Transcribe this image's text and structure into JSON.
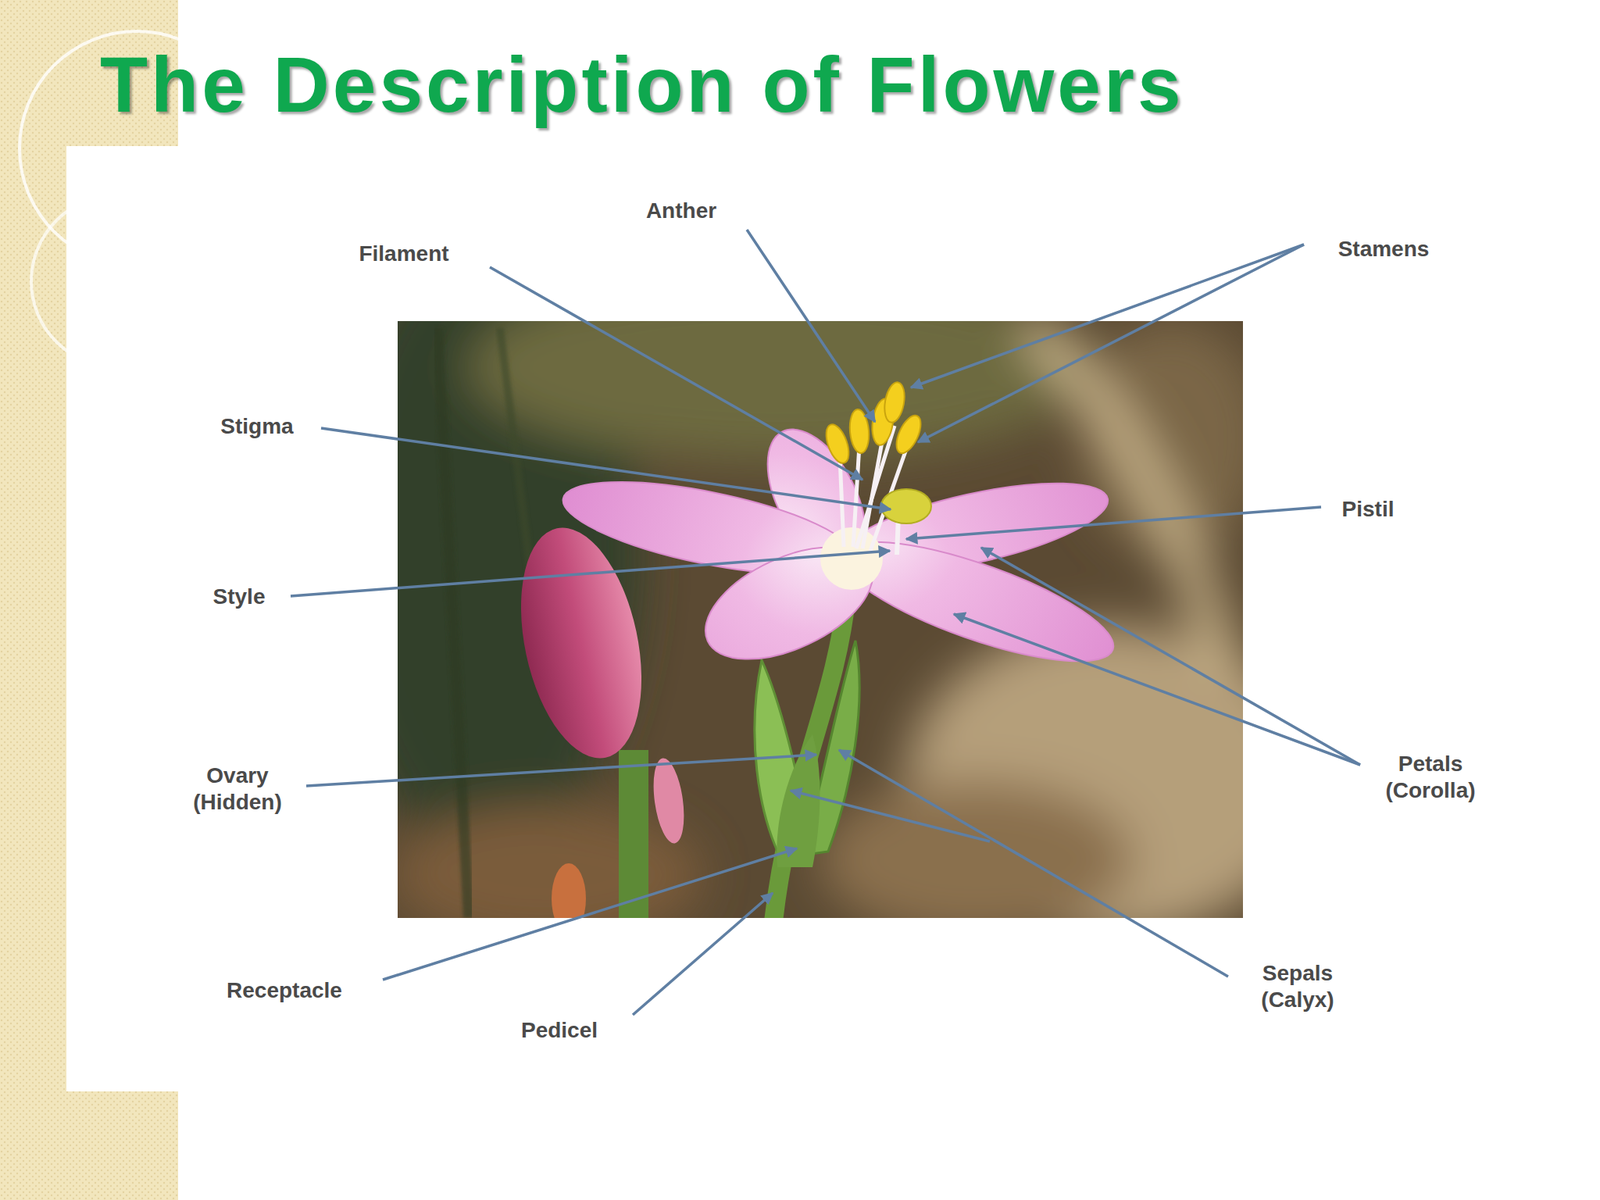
{
  "diagram": {
    "title": "The Description of Flowers",
    "labels": [
      "Anther",
      "Filament",
      "Stamens",
      "Stigma",
      "Pistil",
      "Style",
      "Ovary (Hidden)",
      "Petals (Corolla)",
      "Receptacle",
      "Sepals (Calyx)",
      "Pedicel"
    ]
  }
}
